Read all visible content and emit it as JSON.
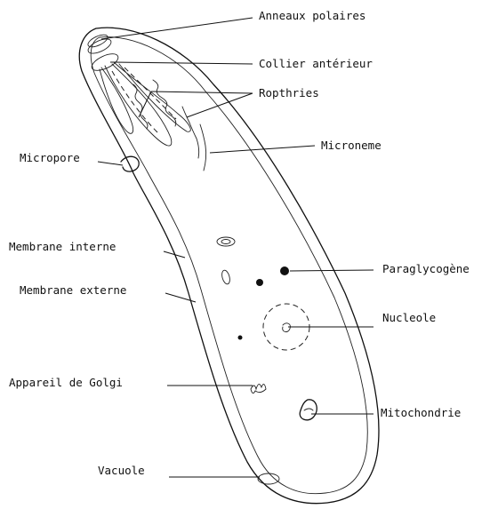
{
  "labels": {
    "anneaux_polaires": "Anneaux polaires",
    "collier_anterieur": "Collier antérieur",
    "ropthries": "Ropthries",
    "micropore": "Micropore",
    "microneme": "Microneme",
    "membrane_interne": "Membrane interne",
    "membrane_externe": "Membrane externe",
    "paraglycogene": "Paraglycogène",
    "nucleole": "Nucleole",
    "appareil_de_golgi": "Appareil de Golgi",
    "mitochondrie": "Mitochondrie",
    "vacuole": "Vacuole"
  }
}
